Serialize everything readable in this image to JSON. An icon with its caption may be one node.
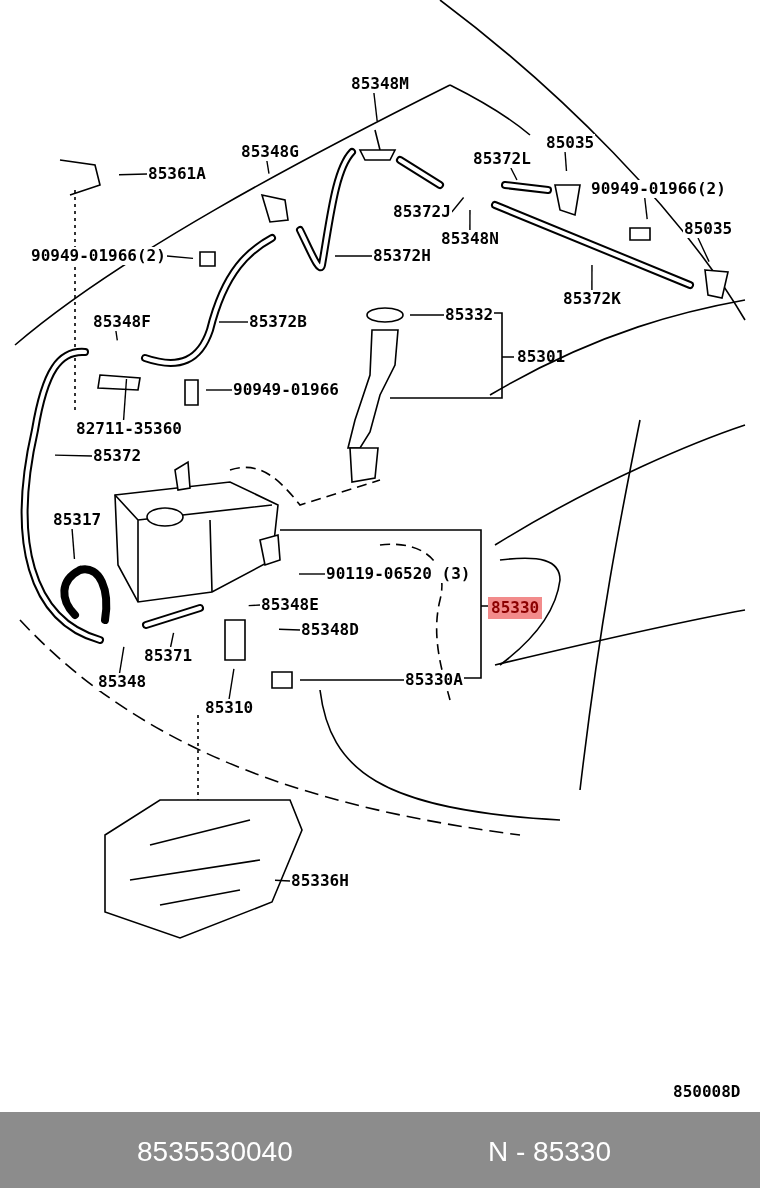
{
  "diagram": {
    "nodes": [
      {
        "text": [
          "85348M"
        ]
      },
      {
        "text": [
          "85348G"
        ]
      },
      {
        "text": [
          "85361A"
        ]
      },
      {
        "text": [
          "85035"
        ]
      },
      {
        "text": [
          "85372L"
        ]
      },
      {
        "text": [
          "90949-01966(2)"
        ]
      },
      {
        "text": [
          "85372J"
        ]
      },
      {
        "text": [
          "85348N"
        ]
      },
      {
        "text": [
          "85035"
        ]
      },
      {
        "text": [
          "90949-01966(2)"
        ]
      },
      {
        "text": [
          "85372H"
        ]
      },
      {
        "text": [
          "85372K"
        ]
      },
      {
        "text": [
          "85348F"
        ]
      },
      {
        "text": [
          "85372B"
        ]
      },
      {
        "text": [
          "85332"
        ]
      },
      {
        "text": [
          "90949-01966"
        ]
      },
      {
        "text": [
          "82711-35360"
        ]
      },
      {
        "text": [
          "85372"
        ]
      },
      {
        "text": [
          "85317"
        ]
      },
      {
        "text": [
          "90119-06520 (3)"
        ]
      },
      {
        "text": [
          "85348E"
        ]
      },
      {
        "text": [
          "85348D"
        ]
      },
      {
        "text": [
          "85371"
        ]
      },
      {
        "text": [
          "85348"
        ]
      },
      {
        "text": [
          "85310"
        ]
      },
      {
        "text": [
          "85330A"
        ]
      },
      {
        "text": [
          "85336H"
        ]
      }
    ],
    "edges": [
      {
        "from": 0,
        "to": null,
        "arrow": "none"
      },
      {
        "from": 1,
        "to": null,
        "arrow": "none"
      },
      {
        "from": 2,
        "to": null,
        "arrow": "none"
      },
      {
        "from": 3,
        "to": null,
        "arrow": "none"
      },
      {
        "from": 4,
        "to": null,
        "arrow": "none"
      },
      {
        "from": 5,
        "to": null,
        "arrow": "none"
      },
      {
        "from": 6,
        "to": null,
        "arrow": "none"
      },
      {
        "from": 7,
        "to": null,
        "arrow": "none"
      },
      {
        "from": 8,
        "to": null,
        "arrow": "none"
      },
      {
        "from": 9,
        "to": null,
        "arrow": "none"
      },
      {
        "from": 10,
        "to": null,
        "arrow": "none"
      },
      {
        "from": 11,
        "to": null,
        "arrow": "none"
      },
      {
        "from": 12,
        "to": null,
        "arrow": "none"
      },
      {
        "from": 13,
        "to": null,
        "arrow": "none"
      },
      {
        "from": 14,
        "to": null,
        "arrow": "none"
      },
      {
        "from": 15,
        "to": null,
        "arrow": "none"
      },
      {
        "from": 16,
        "to": null,
        "arrow": "none"
      },
      {
        "from": 17,
        "to": null,
        "arrow": "none"
      },
      {
        "from": 18,
        "to": null,
        "arrow": "none"
      },
      {
        "from": 19,
        "to": null,
        "arrow": "none"
      },
      {
        "from": 20,
        "to": null,
        "arrow": "none"
      },
      {
        "from": 21,
        "to": null,
        "arrow": "none"
      },
      {
        "from": 22,
        "to": null,
        "arrow": "none"
      },
      {
        "from": 23,
        "to": null,
        "arrow": "none"
      },
      {
        "from": 24,
        "to": null,
        "arrow": "none"
      },
      {
        "from": 25,
        "to": null,
        "arrow": "none"
      },
      {
        "from": 26,
        "to": null,
        "arrow": "none"
      }
    ],
    "labels": [
      "85301",
      "85330",
      "850008D",
      "8535530040",
      "N - 85330"
    ]
  }
}
